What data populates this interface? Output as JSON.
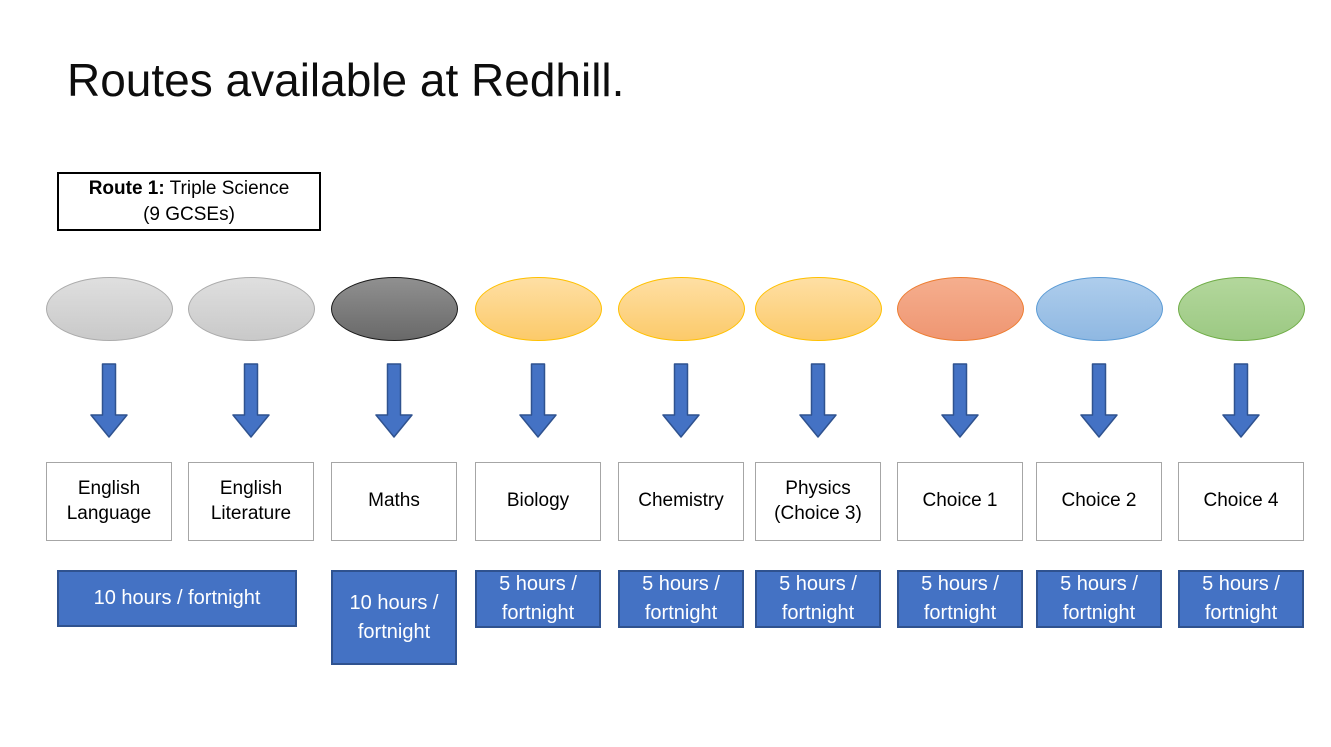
{
  "slide": {
    "title": "Routes available at Redhill."
  },
  "route_box": {
    "bold": "Route 1:",
    "rest": " Triple Science",
    "line2": "(9 GCSEs)"
  },
  "columns": [
    {
      "id": "english-language",
      "subject": "English Language",
      "ellipse": "gray"
    },
    {
      "id": "english-literature",
      "subject": "English Literature",
      "ellipse": "gray"
    },
    {
      "id": "maths",
      "subject": "Maths",
      "ellipse": "dark-gray"
    },
    {
      "id": "biology",
      "subject": "Biology",
      "ellipse": "gold"
    },
    {
      "id": "chemistry",
      "subject": "Chemistry",
      "ellipse": "gold"
    },
    {
      "id": "physics",
      "subject": "Physics (Choice 3)",
      "ellipse": "gold"
    },
    {
      "id": "choice-1",
      "subject": "Choice 1",
      "ellipse": "salmon"
    },
    {
      "id": "choice-2",
      "subject": "Choice 2",
      "ellipse": "blue"
    },
    {
      "id": "choice-4",
      "subject": "Choice 4",
      "ellipse": "green"
    }
  ],
  "ellipse_styles": {
    "gray": {
      "fill_top": "#dfdfdf",
      "fill_bottom": "#c9c9c9",
      "border": "#ababab"
    },
    "dark-gray": {
      "fill_top": "#909090",
      "fill_bottom": "#696969",
      "border": "#1a1a1a"
    },
    "gold": {
      "fill_top": "#fedfa4",
      "fill_bottom": "#fcca6a",
      "border": "#ffc000"
    },
    "salmon": {
      "fill_top": "#f5ae8e",
      "fill_bottom": "#ef9672",
      "border": "#ed7d31"
    },
    "blue": {
      "fill_top": "#aecdec",
      "fill_bottom": "#8fb8e2",
      "border": "#5b9bd5"
    },
    "green": {
      "fill_top": "#b3d79c",
      "fill_bottom": "#9cc983",
      "border": "#70ad47"
    }
  },
  "hours_boxes": [
    {
      "text": "10 hours / fortnight",
      "columns": "english"
    },
    {
      "text": "10 hours / fortnight",
      "columns": "maths"
    },
    {
      "text": "5 hours / fortnight",
      "columns": "biology"
    },
    {
      "text": "5 hours / fortnight",
      "columns": "chemistry"
    },
    {
      "text": "5 hours / fortnight",
      "columns": "physics"
    },
    {
      "text": "5 hours / fortnight",
      "columns": "choice-1"
    },
    {
      "text": "5 hours / fortnight",
      "columns": "choice-2"
    },
    {
      "text": "5 hours / fortnight",
      "columns": "choice-4"
    }
  ],
  "colors": {
    "arrow_fill": "#4472c4",
    "arrow_border": "#2f528f",
    "hours_fill": "#4472c4",
    "hours_border": "#2f528f",
    "subject_border": "#a6a6a6"
  }
}
